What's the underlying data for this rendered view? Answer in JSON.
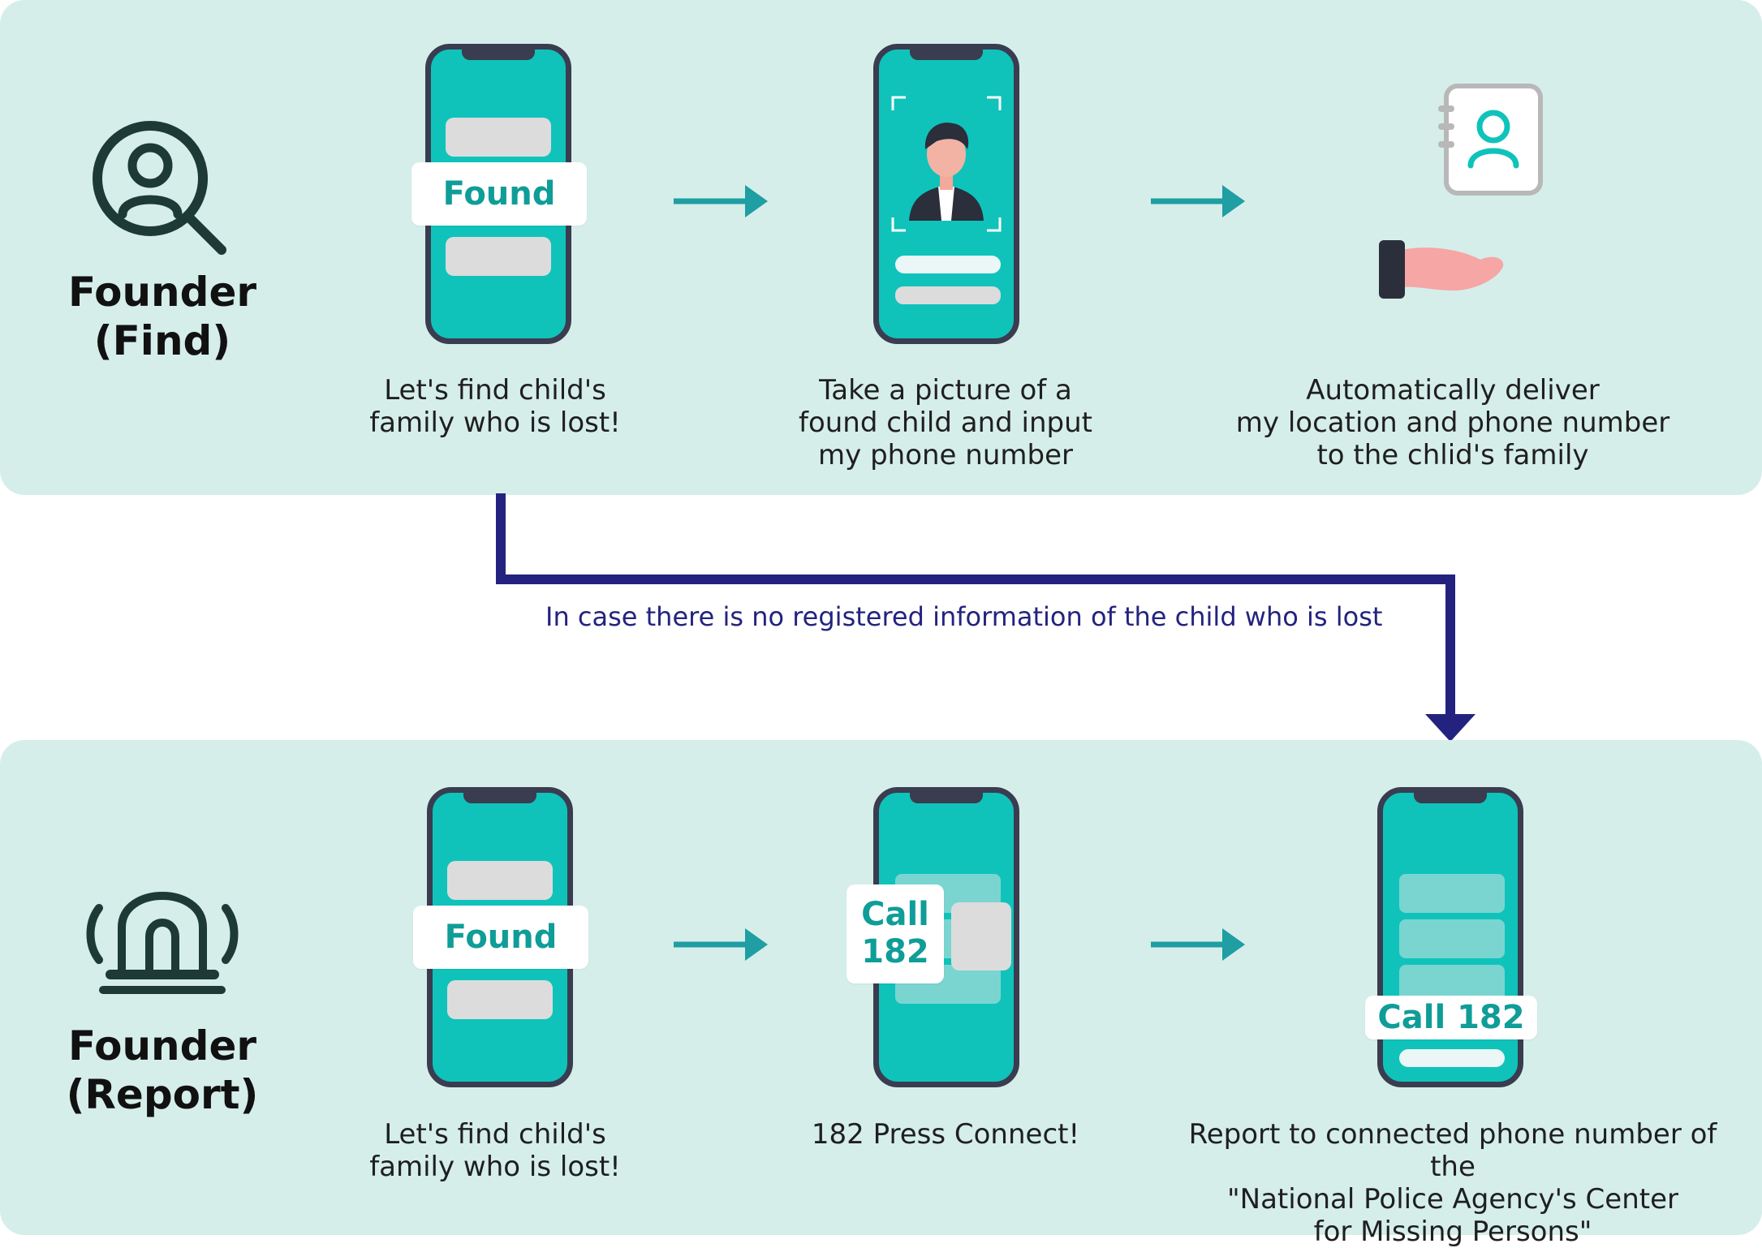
{
  "colors": {
    "panel_bg": "#d5eeea",
    "phone_body": "#0fc3bb",
    "phone_frame": "#3a3c4f",
    "accent_text": "#0f9d98",
    "arrow_teal": "#1f9ea3",
    "flow_navy": "#23237f"
  },
  "find_section": {
    "icon": "search-person-icon",
    "title": "Founder\n(Find)",
    "step1": {
      "tag": "Found",
      "caption": "Let's find child's\nfamily who is lost!"
    },
    "step2": {
      "icon": "person-photo-frame-icon",
      "caption": "Take a picture of a\nfound child and input\nmy phone number"
    },
    "step3": {
      "icons": [
        "contact-card-icon",
        "open-hand-icon"
      ],
      "caption": "Automatically deliver\nmy location and phone number\nto the chlid's family"
    }
  },
  "flow": {
    "label": "In case there is no registered information of the child who is lost"
  },
  "report_section": {
    "icon": "siren-icon",
    "title": "Founder\n(Report)",
    "step1": {
      "tag": "Found",
      "caption": "Let's find child's\nfamily who is lost!"
    },
    "step2": {
      "tag_line1": "Call",
      "tag_line2": "182",
      "caption": "182 Press Connect!"
    },
    "step3": {
      "tag": "Call 182",
      "caption": "Report to connected phone number of the\n\"National Police Agency's Center\nfor Missing Persons\""
    }
  }
}
